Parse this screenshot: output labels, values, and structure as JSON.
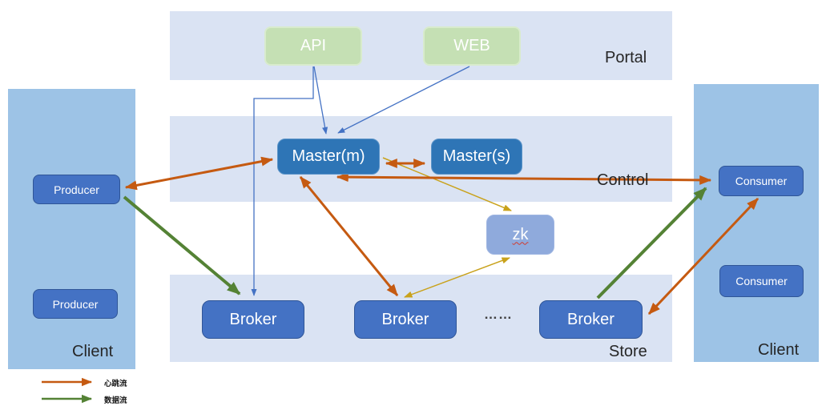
{
  "bands": {
    "portal": {
      "label": "Portal"
    },
    "control": {
      "label": "Control"
    },
    "store": {
      "label": "Store"
    }
  },
  "panels": {
    "left_client": {
      "label": "Client"
    },
    "right_client": {
      "label": "Client"
    }
  },
  "nodes": {
    "api": "API",
    "web": "WEB",
    "master_m": "Master(m)",
    "master_s": "Master(s)",
    "zk": "zk",
    "broker1": "Broker",
    "broker2": "Broker",
    "broker3": "Broker",
    "producer1": "Producer",
    "producer2": "Producer",
    "consumer1": "Consumer",
    "consumer2": "Consumer"
  },
  "ellipsis": "……",
  "legend": {
    "items": [
      {
        "label": "心跳流",
        "color": "#C55A11"
      },
      {
        "label": "数据流",
        "color": "#548235"
      }
    ]
  },
  "colors": {
    "band_background": "#DAE3F3",
    "client_panel": "#9DC3E6",
    "node_blue": "#4472C4",
    "node_master_blue": "#2E75B6",
    "node_zk_blue": "#8FAADC",
    "node_green": "#C5E0B4",
    "arrow_heartbeat_orange": "#C55A11",
    "arrow_data_green": "#548235",
    "arrow_zk_yellow": "#C9A21B",
    "arrow_portal_blue": "#4472C4"
  },
  "edges": [
    {
      "from": "API",
      "to": "Master(m)",
      "style": "portal-blue",
      "bidirectional": false
    },
    {
      "from": "WEB",
      "to": "Master(m)",
      "style": "portal-blue",
      "bidirectional": false
    },
    {
      "from": "API",
      "to": "Broker",
      "style": "portal-blue",
      "bidirectional": false
    },
    {
      "from": "Master(m)",
      "to": "zk",
      "style": "zk-yellow",
      "bidirectional": false
    },
    {
      "from": "zk",
      "to": "Broker",
      "style": "zk-yellow",
      "bidirectional": true
    },
    {
      "from": "Producer",
      "to": "Master(m)",
      "style": "heartbeat",
      "bidirectional": true
    },
    {
      "from": "Master(m)",
      "to": "Master(s)",
      "style": "heartbeat",
      "bidirectional": true
    },
    {
      "from": "Master(m)",
      "to": "Consumer",
      "style": "heartbeat",
      "bidirectional": true
    },
    {
      "from": "Master(m)",
      "to": "Broker",
      "style": "heartbeat",
      "bidirectional": true
    },
    {
      "from": "Consumer",
      "to": "Broker",
      "style": "heartbeat",
      "bidirectional": true
    },
    {
      "from": "Producer",
      "to": "Broker",
      "style": "data",
      "bidirectional": false
    },
    {
      "from": "Broker",
      "to": "Consumer",
      "style": "data",
      "bidirectional": false
    }
  ]
}
